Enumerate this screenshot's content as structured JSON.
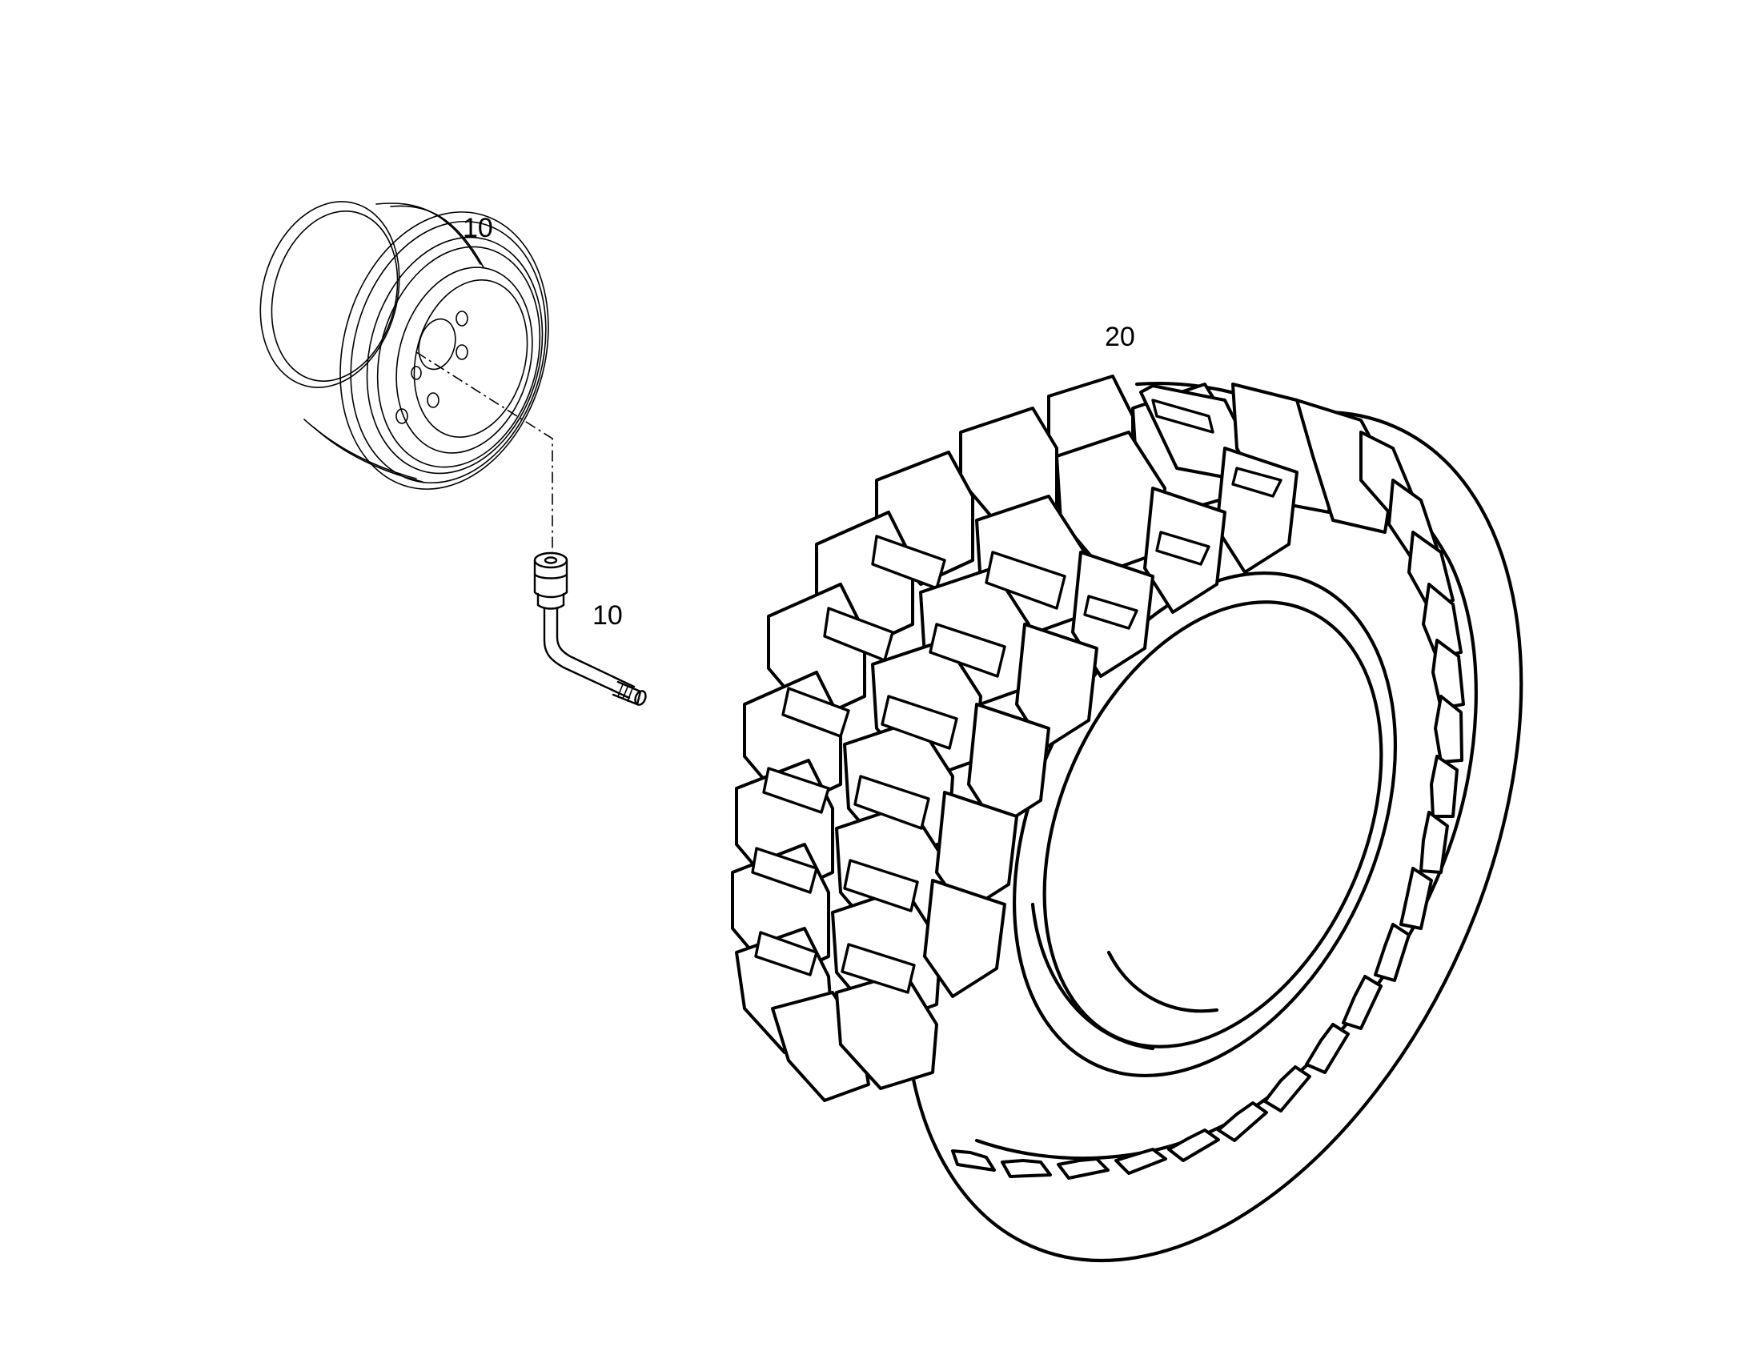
{
  "callouts": {
    "rim": "10",
    "valve": "10",
    "tire": "20"
  },
  "colors": {
    "background": "#ffffff",
    "line": "#000000"
  }
}
